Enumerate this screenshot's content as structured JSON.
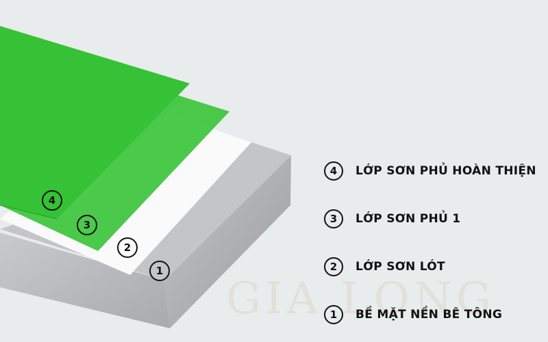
{
  "watermark": "GIA LONG",
  "colors": {
    "background": "#e9ecec",
    "green_top": "#36c236",
    "green_coat": "#3cc43c",
    "primer": "#fafafa",
    "concrete": "#b8b9bb"
  },
  "legend": [
    {
      "number": "4",
      "label": "LỚP SƠN PHỦ HOÀN THIỆN"
    },
    {
      "number": "3",
      "label": "LỚP SƠN PHỦ 1"
    },
    {
      "number": "2",
      "label": "LỚP SƠN LÓT"
    },
    {
      "number": "1",
      "label": "BỀ MẶT NỀN BÊ TÔNG"
    }
  ]
}
